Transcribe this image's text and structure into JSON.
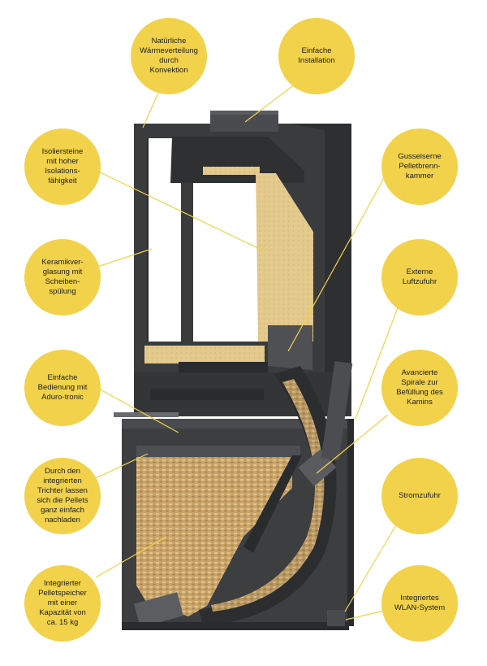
{
  "colors": {
    "bubble": "#f2d24a",
    "leader_line": "#f2d24a",
    "stove_body": "#3a3b3d",
    "stove_dark": "#2a2b2d",
    "stove_light": "#5a5b5e",
    "insulation_brick": "#e3c98b",
    "pellets": "#c9a468"
  },
  "labels": {
    "waermeverteilung": "Natürliche\nWärmeverteilung\ndurch\nKonvektion",
    "installation": "Einfache\nInstallation",
    "isoliersteine": "Isoliersteine\nmit hoher\nIsolations-\nfähigkeit",
    "brennkammer": "Gusseiserne\nPelletbrenn-\nkammer",
    "keramikverglasung": "Keramikver-\nglasung mit\nScheiben-\nspülung",
    "luftzufuhr": "Externe\nLuftzufuhr",
    "bedienung": "Einfache\nBedienung mit\nAduro-tronic",
    "spirale": "Avancierte\nSpirale zur\nBefüllung des\nKamins",
    "trichter": "Durch den\nintegrierten\nTrichter lassen\nsich die Pellets\nganz einfach\nnachladen",
    "stromzufuhr": "Stromzufuhr",
    "pelletspeicher": "Integrierter\nPelletspeicher\nmit einer\nKapazität von\nca. 15 kg",
    "wlan": "Integriertes\nWLAN-System"
  }
}
